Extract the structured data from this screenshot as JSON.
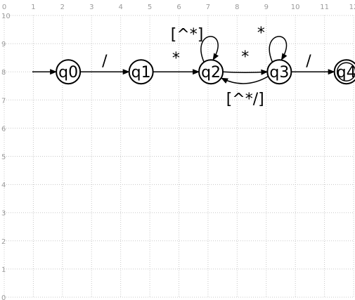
{
  "diagram": {
    "type": "finite-state-automaton",
    "grid": {
      "x_min": 0,
      "x_max": 12,
      "y_min": 0,
      "y_max": 10,
      "x_ticks": [
        "0",
        "1",
        "2",
        "3",
        "4",
        "5",
        "6",
        "7",
        "8",
        "9",
        "10",
        "11",
        "12"
      ],
      "y_ticks": [
        "10",
        "9",
        "8",
        "7",
        "6",
        "5",
        "4",
        "3",
        "2",
        "1",
        "0"
      ],
      "color": "#c8c8c8"
    },
    "start_state": "q0",
    "states": [
      {
        "id": "q0",
        "label": "q0",
        "x": 2.2,
        "y": 8,
        "accepting": false
      },
      {
        "id": "q1",
        "label": "q1",
        "x": 4.7,
        "y": 8,
        "accepting": false
      },
      {
        "id": "q2",
        "label": "q2",
        "x": 7.1,
        "y": 8,
        "accepting": false
      },
      {
        "id": "q3",
        "label": "q3",
        "x": 9.45,
        "y": 8,
        "accepting": false
      },
      {
        "id": "q4",
        "label": "q4",
        "x": 11.75,
        "y": 8,
        "accepting": true
      }
    ],
    "transitions": [
      {
        "id": "t-q0-q1",
        "from": "q0",
        "to": "q1",
        "label": "/"
      },
      {
        "id": "t-q1-q2",
        "from": "q1",
        "to": "q2",
        "label": "*"
      },
      {
        "id": "t-q2-q2",
        "from": "q2",
        "to": "q2",
        "label": "[^*]"
      },
      {
        "id": "t-q2-q3",
        "from": "q2",
        "to": "q3",
        "label": "*"
      },
      {
        "id": "t-q3-q3",
        "from": "q3",
        "to": "q3",
        "label": "*"
      },
      {
        "id": "t-q3-q2",
        "from": "q3",
        "to": "q2",
        "label": "[^*/]"
      },
      {
        "id": "t-q3-q4",
        "from": "q3",
        "to": "q4",
        "label": "/"
      }
    ]
  }
}
